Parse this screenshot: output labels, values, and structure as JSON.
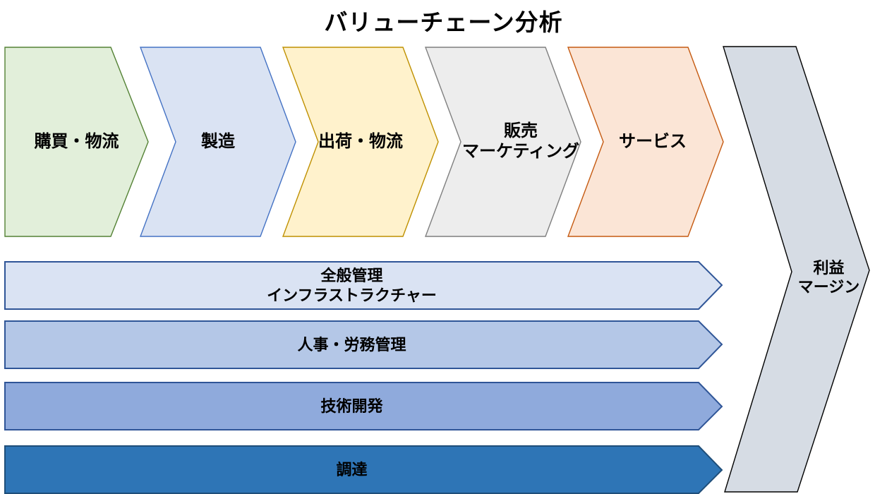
{
  "title": "バリューチェーン分析",
  "primary_activities": [
    {
      "label": "購買・物流",
      "fill": "#e2efda",
      "border": "#548235"
    },
    {
      "label": "製造",
      "fill": "#dae3f3",
      "border": "#4472c4"
    },
    {
      "label": "出荷・物流",
      "fill": "#fff2cc",
      "border": "#bf9000"
    },
    {
      "label": "販売\nマーケティング",
      "fill": "#ededed",
      "border": "#7f7f7f"
    },
    {
      "label": "サービス",
      "fill": "#fbe5d6",
      "border": "#c55a11"
    }
  ],
  "support_activities": [
    {
      "label": "全般管理\nインフラストラクチャー",
      "fill": "#dae3f3",
      "border": "#2f5597"
    },
    {
      "label": "人事・労務管理",
      "fill": "#b4c7e7",
      "border": "#2f5597"
    },
    {
      "label": "技術開発",
      "fill": "#8faadc",
      "border": "#2f5597"
    },
    {
      "label": "調達",
      "fill": "#2e75b6",
      "border": "#1f4e79"
    }
  ],
  "margin": {
    "label": "利益\nマージン",
    "fill": "#d6dce4",
    "border": "#000000"
  },
  "text_color": "#000000",
  "background_color": "#ffffff"
}
